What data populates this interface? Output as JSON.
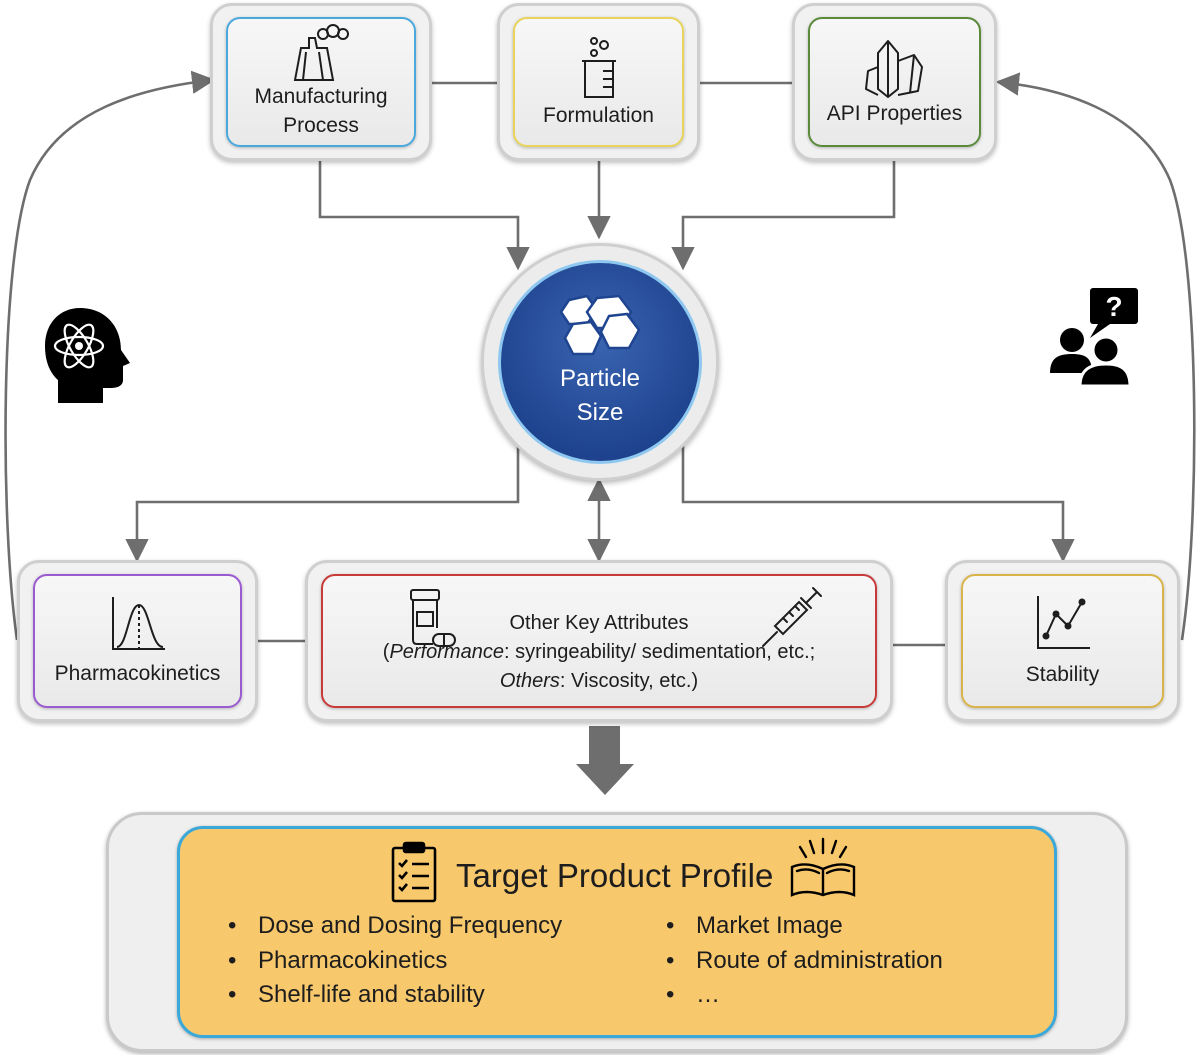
{
  "nodes": {
    "manufacturing": {
      "label_line1": "Manufacturing",
      "label_line2": "Process",
      "icon": "factory-icon",
      "accent": "#4aa8dc"
    },
    "formulation": {
      "label": "Formulation",
      "icon": "beaker-icon",
      "accent": "#e8d45a"
    },
    "api": {
      "label": "API Properties",
      "icon": "crystal-icon",
      "accent": "#5a8a3a"
    },
    "particle": {
      "line1": "Particle",
      "line2": "Size",
      "icon": "hexagon-particles-icon",
      "color": "#1f4490"
    },
    "pharmacokinetics": {
      "label": "Pharmacokinetics",
      "icon": "bell-curve-icon",
      "accent": "#9a5ad0"
    },
    "other": {
      "title": "Other Key Attributes",
      "line2_paren": "(",
      "line2_italic": "Performance",
      "line2_rest": ": syringeability/ sedimentation, etc.;",
      "line3_italic": "Others",
      "line3_rest": ": Viscosity, etc.)",
      "icon_left": "medicine-bottle-icon",
      "icon_right": "syringe-icon",
      "accent": "#c83a3a"
    },
    "stability": {
      "label": "Stability",
      "icon": "line-graph-icon",
      "accent": "#d8b44a"
    }
  },
  "side_icons": {
    "left": "brain-atom-icon",
    "right": "people-question-icon"
  },
  "tpp": {
    "title": "Target Product Profile",
    "left_items": [
      "Dose and Dosing Frequency",
      "Pharmacokinetics",
      "Shelf-life and stability"
    ],
    "right_items": [
      "Market Image",
      "Route of administration",
      "…"
    ],
    "fill": "#f8c86c",
    "icon_left": "clipboard-checklist-icon",
    "icon_right": "open-book-icon"
  },
  "colors": {
    "connector": "#6e6e6e",
    "big_arrow": "#6e6e6e"
  }
}
